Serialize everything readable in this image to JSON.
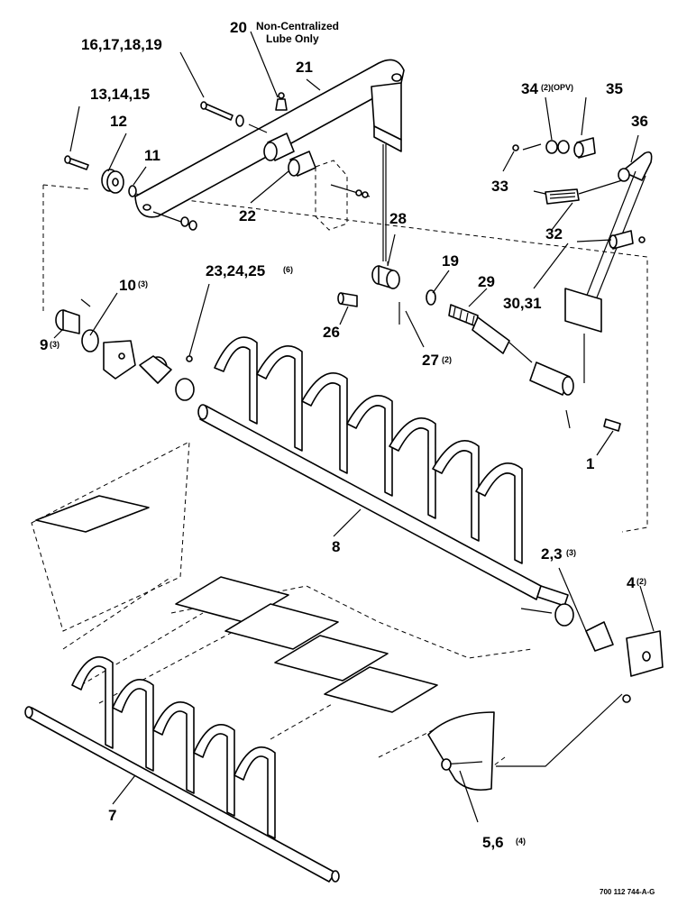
{
  "diagram": {
    "callouts": [
      {
        "id": "c20",
        "text": "20"
      },
      {
        "id": "c20n1",
        "text": "Non-Centralized"
      },
      {
        "id": "c20n2",
        "text": "Lube Only"
      },
      {
        "id": "c21",
        "text": "21"
      },
      {
        "id": "c16",
        "text": "16,17,18,19"
      },
      {
        "id": "c13",
        "text": "13,14,15"
      },
      {
        "id": "c12",
        "text": "12"
      },
      {
        "id": "c11",
        "text": "11"
      },
      {
        "id": "c22",
        "text": "22"
      },
      {
        "id": "c34",
        "text": "34"
      },
      {
        "id": "c34q",
        "text": "(2)(OPV)"
      },
      {
        "id": "c35",
        "text": "35"
      },
      {
        "id": "c36",
        "text": "36"
      },
      {
        "id": "c33",
        "text": "33"
      },
      {
        "id": "c32",
        "text": "32"
      },
      {
        "id": "c28",
        "text": "28"
      },
      {
        "id": "c19b",
        "text": "19"
      },
      {
        "id": "c29",
        "text": "29"
      },
      {
        "id": "c30",
        "text": "30,31"
      },
      {
        "id": "c23",
        "text": "23,24,25"
      },
      {
        "id": "c23q",
        "text": "(6)"
      },
      {
        "id": "c10",
        "text": "10"
      },
      {
        "id": "c10q",
        "text": "(3)"
      },
      {
        "id": "c9",
        "text": "9"
      },
      {
        "id": "c9q",
        "text": "(3)"
      },
      {
        "id": "c26",
        "text": "26"
      },
      {
        "id": "c27",
        "text": "27"
      },
      {
        "id": "c27q",
        "text": "(2)"
      },
      {
        "id": "c1",
        "text": "1"
      },
      {
        "id": "c8",
        "text": "8"
      },
      {
        "id": "c2",
        "text": "2,3"
      },
      {
        "id": "c2q",
        "text": "(3)"
      },
      {
        "id": "c4",
        "text": "4"
      },
      {
        "id": "c4q",
        "text": "(2)"
      },
      {
        "id": "c7",
        "text": "7"
      },
      {
        "id": "c5",
        "text": "5,6"
      },
      {
        "id": "c5q",
        "text": "(4)"
      }
    ],
    "drawing_code": "700 112 744-A-G"
  }
}
